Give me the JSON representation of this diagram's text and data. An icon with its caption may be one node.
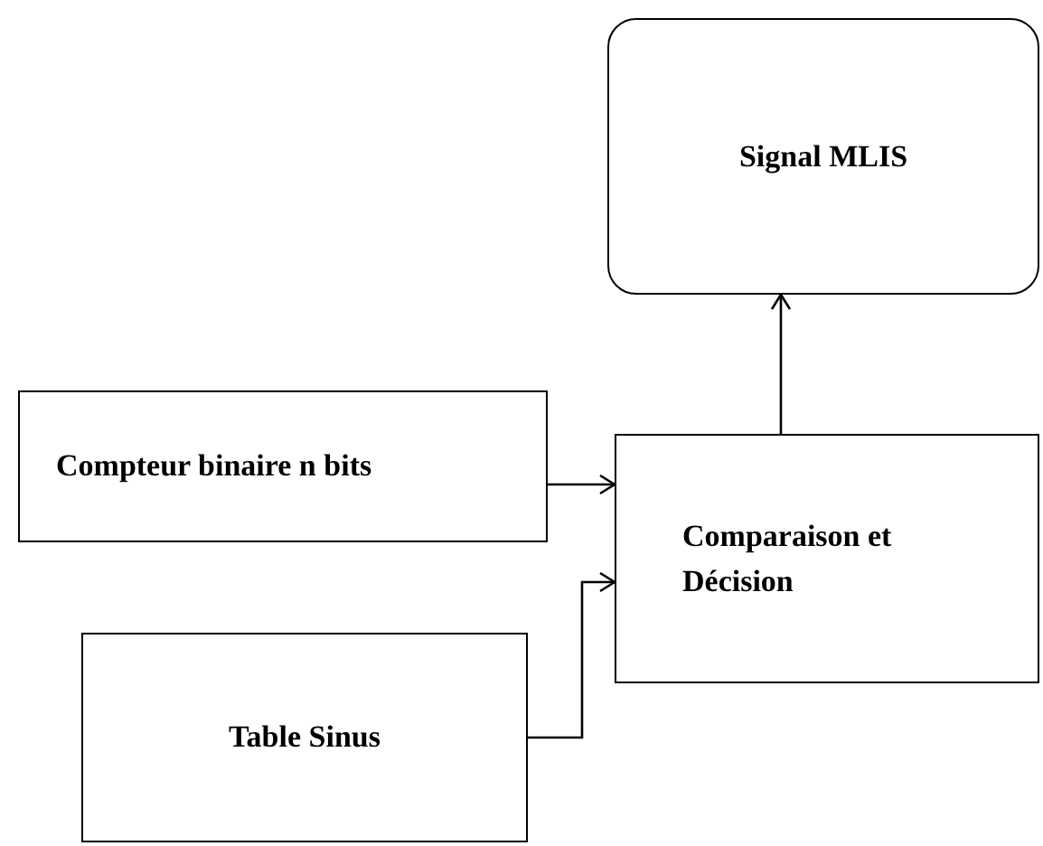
{
  "diagram": {
    "nodes": [
      {
        "text": [
          "Signal MLIS"
        ]
      },
      {
        "text": [
          "Compteur binaire n bits"
        ]
      },
      {
        "text": [
          "Comparaison et Décision"
        ]
      },
      {
        "text": [
          "Table Sinus"
        ]
      }
    ],
    "edges": [
      {
        "from": 1,
        "to": 2,
        "arrow": "to"
      },
      {
        "from": 3,
        "to": 2,
        "arrow": "to"
      },
      {
        "from": 2,
        "to": 0,
        "arrow": "to"
      }
    ]
  }
}
